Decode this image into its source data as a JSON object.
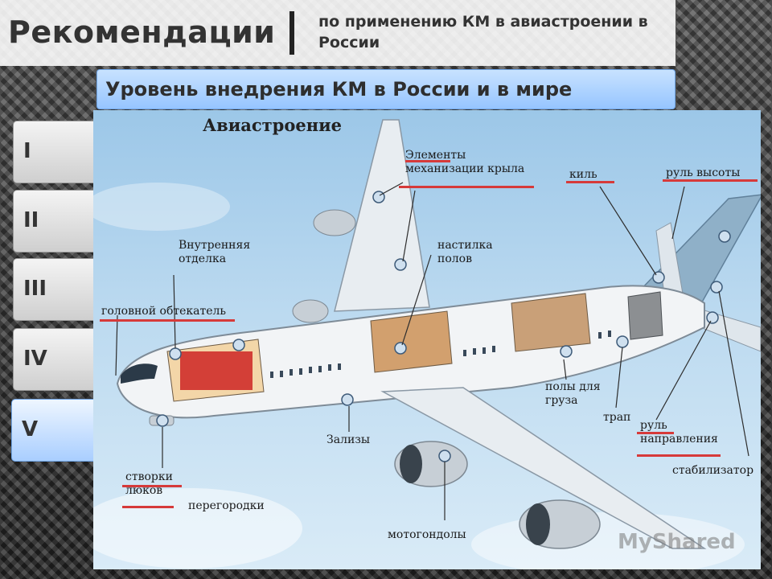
{
  "slide": {
    "title": "Рекомендации",
    "subtitle": "по применению КМ в авиастроении в России",
    "section_header": "Уровень внедрения КМ в России и в мире"
  },
  "nav": {
    "items": [
      {
        "label": "I",
        "active": false
      },
      {
        "label": "II",
        "active": false
      },
      {
        "label": "III",
        "active": false
      },
      {
        "label": "IV",
        "active": false
      },
      {
        "label": "V",
        "active": true
      }
    ]
  },
  "diagram": {
    "title": "Авиастроение",
    "labels": {
      "wing_mech": "Элементы\nмеханизации крыла",
      "fin": "киль",
      "elevator": "руль высоты",
      "interior": "Внутренняя\nотделка",
      "floor": "настилка\nполов",
      "nose": "головной обтекатель",
      "cargo_floor": "полы для\nгруза",
      "ladder": "трап",
      "rudder": "руль\nнаправления",
      "stabilizer": "стабилизатор",
      "fairings": "Зализы",
      "hatch": "створки\nлюков",
      "partitions": "перегородки",
      "nacelles": "мотогондолы"
    },
    "watermark": "MyShared"
  },
  "colors": {
    "underline": "#d63a3a",
    "active_nav": "#a9ceff",
    "header_gradient": "#96c5ff"
  }
}
